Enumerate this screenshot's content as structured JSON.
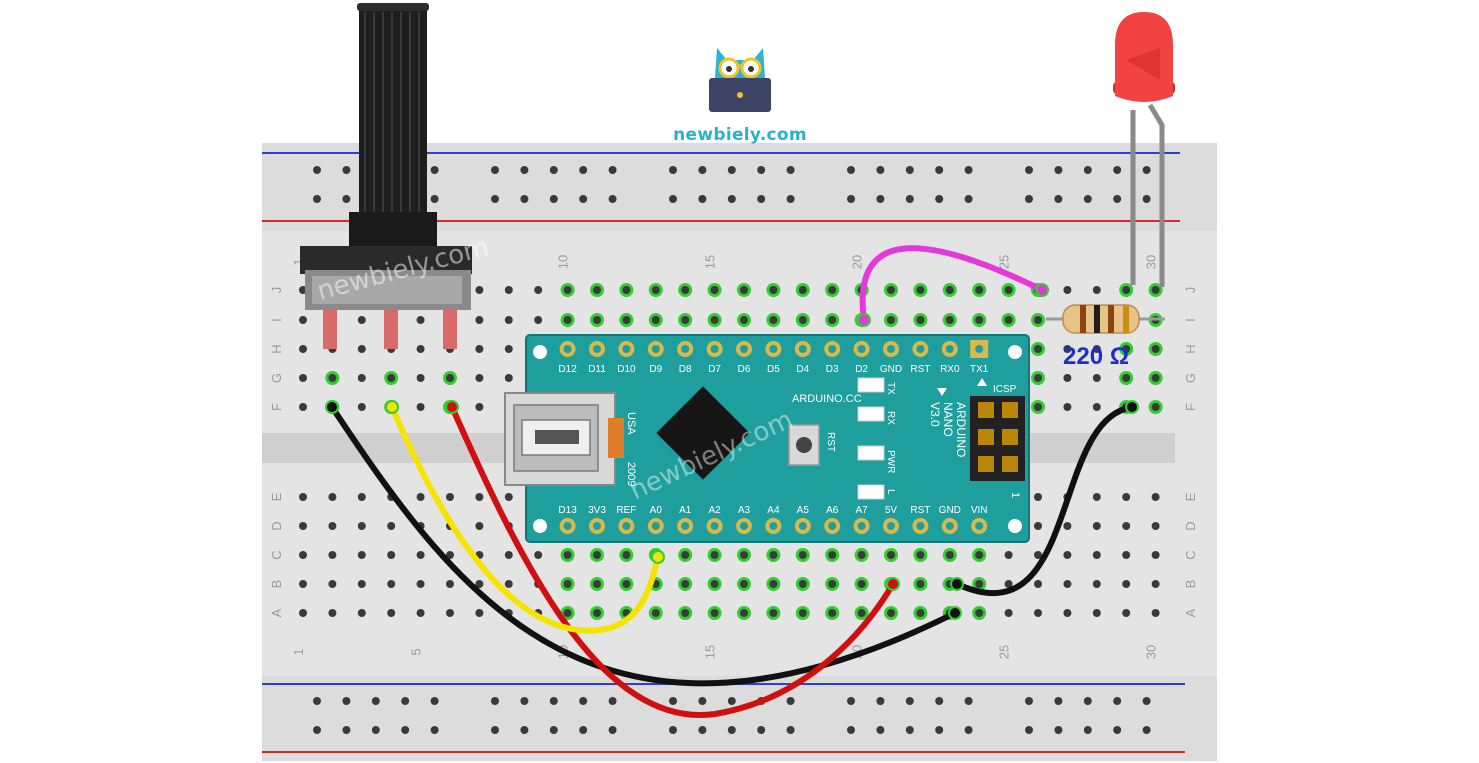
{
  "brand": {
    "name": "newbiely.com",
    "logo_icon": "owl-laptop-icon"
  },
  "watermark": "newbiely.com",
  "breadboard": {
    "column_labels": [
      "1",
      "5",
      "10",
      "15",
      "20",
      "25",
      "30"
    ],
    "row_labels_top": [
      "J",
      "I",
      "H",
      "G",
      "F"
    ],
    "row_labels_bottom": [
      "E",
      "D",
      "C",
      "B",
      "A"
    ],
    "rail_colors": {
      "positive": "#d42a2a",
      "negative": "#2a3fd4"
    }
  },
  "arduino": {
    "board_color": "#1f9e9e",
    "usb_label": "USA",
    "year_label": "2009",
    "brand_label": "ARDUINO.CC",
    "model_lines": [
      "ARDUINO",
      "NANO",
      "V3.0"
    ],
    "top_pins": [
      "D12",
      "D11",
      "D10",
      "D9",
      "D8",
      "D7",
      "D6",
      "D5",
      "D4",
      "D3",
      "D2",
      "GND",
      "RST",
      "RX0",
      "TX1"
    ],
    "bottom_pins": [
      "D13",
      "3V3",
      "REF",
      "A0",
      "A1",
      "A2",
      "A3",
      "A4",
      "A5",
      "A6",
      "A7",
      "5V",
      "RST",
      "GND",
      "VIN"
    ],
    "leds": [
      "TX",
      "RX",
      "PWR",
      "L"
    ],
    "reset_label": "RST",
    "icsp_label": "ICSP",
    "icsp_pin1": "1"
  },
  "resistor": {
    "label": "220 Ω"
  },
  "wires": [
    {
      "name": "potentiometer-gnd-wire",
      "color": "#111111"
    },
    {
      "name": "potentiometer-signal-wire",
      "color": "#f5e400"
    },
    {
      "name": "potentiometer-vcc-wire",
      "color": "#d01010"
    },
    {
      "name": "d2-resistor-wire",
      "color": "#e23ad9"
    },
    {
      "name": "led-gnd-wire",
      "color": "#111111"
    }
  ],
  "components": {
    "led_color": "#f24242",
    "potentiometer_color": "#222222"
  }
}
